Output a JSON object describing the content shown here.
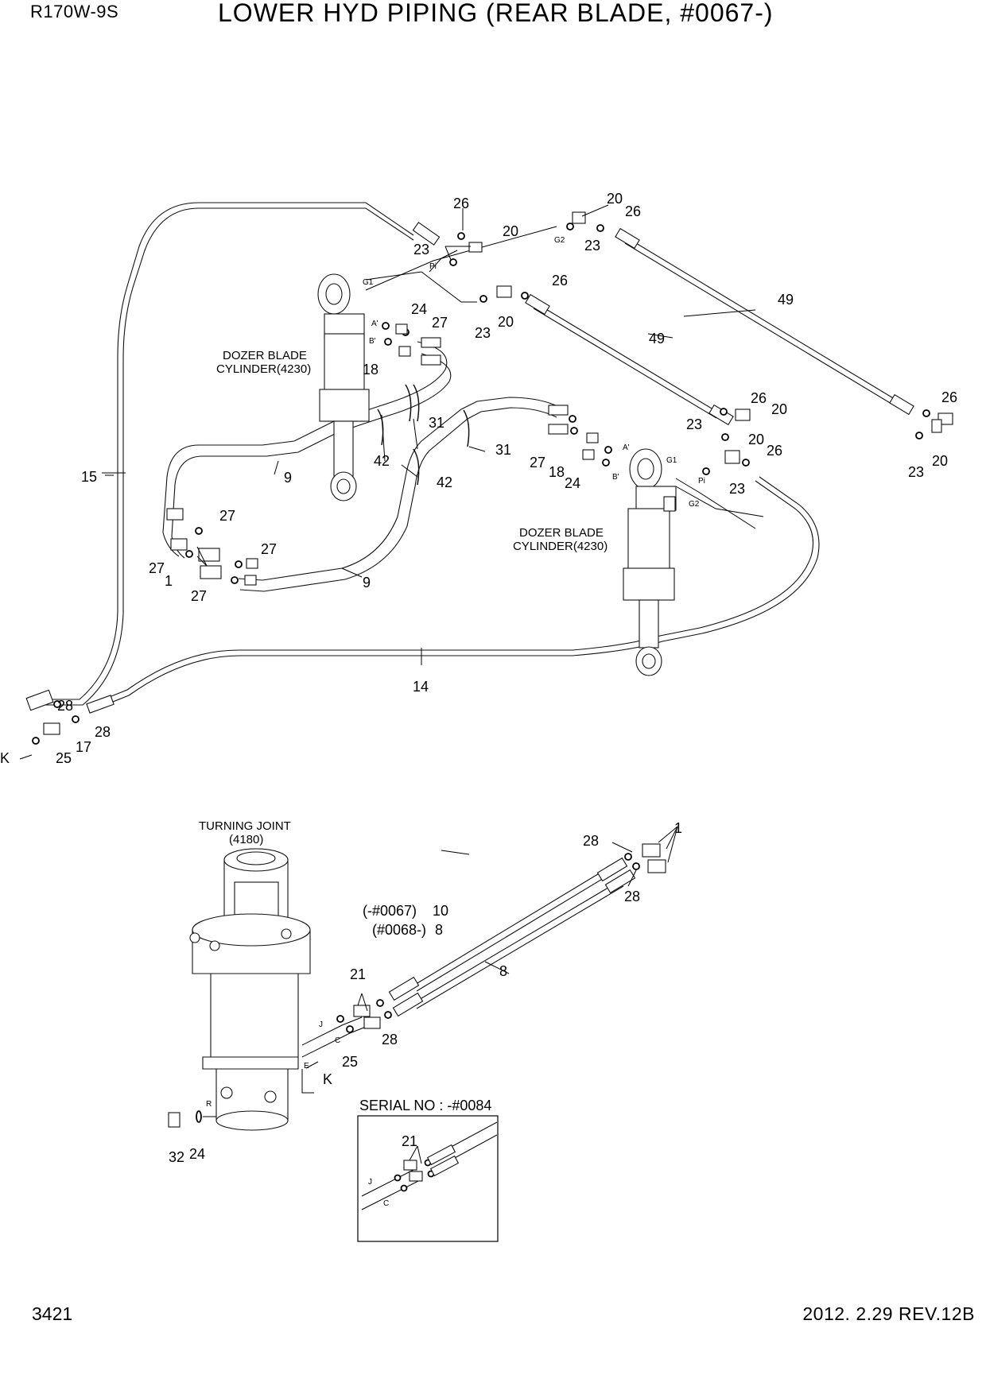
{
  "header": {
    "model": "R170W-9S",
    "title": "LOWER HYD PIPING (REAR BLADE, #0067-)"
  },
  "footer": {
    "page": "3421",
    "revision": "2012. 2.29  REV.12B"
  },
  "labels": {
    "dozer_cylinder_left": [
      "DOZER BLADE",
      "CYLINDER(4230)"
    ],
    "dozer_cylinder_right": [
      "DOZER BLADE",
      "CYLINDER(4230)"
    ],
    "turning_joint": [
      "TURNING JOINT",
      "(4180)"
    ],
    "serial_inset": "SERIAL NO : -#0084",
    "serial_ranges": [
      "(-#0067)",
      "(#0068-)"
    ]
  },
  "port_letters": [
    "G1",
    "G2",
    "Pi",
    "A'",
    "B'",
    "J",
    "C",
    "E",
    "K",
    "R"
  ],
  "callouts": {
    "c26a": "26",
    "c20a": "20",
    "c23a": "23",
    "c20b": "20",
    "c26b": "26",
    "c23b": "23",
    "c26c": "26",
    "c20c": "20",
    "c23c": "23",
    "c49a": "49",
    "c49b": "49",
    "c24a": "24",
    "c27a": "27",
    "c18a": "18",
    "c31a": "31",
    "c42a": "42",
    "c9a": "9",
    "c31b": "31",
    "c42b": "42",
    "c26d": "26",
    "c20d": "20",
    "c23d": "23",
    "c20e": "20",
    "c26e": "26",
    "c23e": "23",
    "c27b": "27",
    "c18b": "18",
    "c24b": "24",
    "c26f": "26",
    "c20f": "20",
    "c23f": "23",
    "c15": "15",
    "c27c": "27",
    "c27d": "27",
    "c27e": "27",
    "c27f": "27",
    "c1a": "1",
    "c9b": "9",
    "c14": "14",
    "c28a": "28",
    "c28b": "28",
    "c17": "17",
    "c25a": "25",
    "c28c": "28",
    "c1b": "1",
    "c28d": "28",
    "c10": "10",
    "c8a": "8",
    "c8b": "8",
    "c21a": "21",
    "c28e": "28",
    "c25b": "25",
    "c32": "32",
    "c24c": "24",
    "c21b": "21"
  }
}
